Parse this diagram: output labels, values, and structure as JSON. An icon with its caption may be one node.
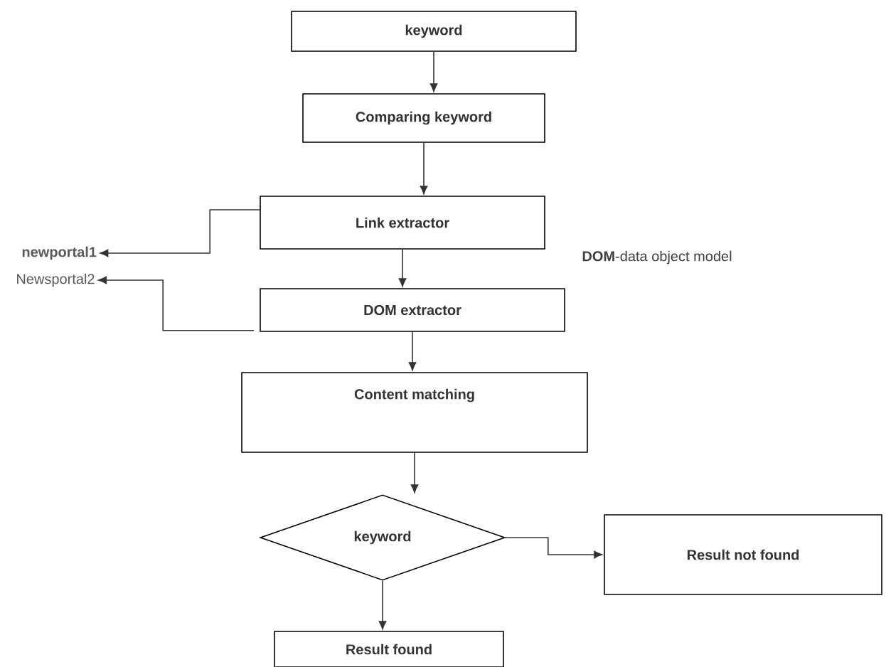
{
  "diagram": {
    "nodes": [
      {
        "text": [
          "keyword"
        ]
      },
      {
        "text": [
          "Comparing keyword"
        ]
      },
      {
        "text": [
          "Link extractor"
        ]
      },
      {
        "text": [
          "DOM extractor"
        ]
      },
      {
        "text": [
          "Content matching"
        ]
      },
      {
        "text": [
          "keyword"
        ]
      },
      {
        "text": [
          "Result not found"
        ]
      },
      {
        "text": [
          "Result found"
        ]
      },
      {
        "text": [
          "newportal1"
        ]
      },
      {
        "text": [
          "Newsportal2"
        ]
      }
    ],
    "edges": [
      {
        "from": 0,
        "to": 1,
        "arrow": "to"
      },
      {
        "from": 1,
        "to": 2,
        "arrow": "to"
      },
      {
        "from": 2,
        "to": 3,
        "arrow": "to"
      },
      {
        "from": 3,
        "to": 4,
        "arrow": "to"
      },
      {
        "from": 4,
        "to": 5,
        "arrow": "to"
      },
      {
        "from": 5,
        "to": 6,
        "arrow": "to"
      },
      {
        "from": 5,
        "to": 7,
        "arrow": "to"
      },
      {
        "from": 2,
        "to": 8,
        "arrow": "to"
      },
      {
        "from": 3,
        "to": 9,
        "arrow": "to"
      }
    ],
    "labels": [
      "**DOM**-data object model"
    ]
  }
}
